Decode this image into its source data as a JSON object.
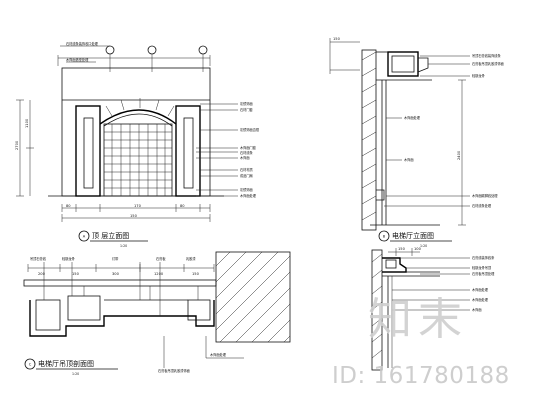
{
  "views": [
    {
      "id": "A",
      "title": "顶 层立面图",
      "scale": "1:20",
      "callouts": [
        "石材线条装饰收口处理",
        "木饰面造型处理",
        "灰镜饰面",
        "石材门套",
        "灰镜饰面边框",
        "木饰面门套",
        "石材线条",
        "木饰面",
        "石材材质",
        "成品门扇",
        "灰镜饰面",
        "木饰面处理"
      ],
      "dimensions": [
        "80",
        "170",
        "80",
        "150",
        "2700",
        "1100"
      ]
    },
    {
      "id": "B",
      "title": "电梯厅立面图",
      "scale": "1:20",
      "callouts": [
        "吊顶石膏线装饰线条",
        "石膏板吊顶乳胶漆饰面",
        "轻钢龙骨",
        "木饰面处理",
        "木饰面",
        "木饰面踢脚线处理",
        "石材线条处理"
      ],
      "dimensions": [
        "150",
        "2400"
      ]
    },
    {
      "id": "C",
      "title": "电梯厅吊顶剖面图",
      "scale": "1:20",
      "callouts": [
        "吊顶石膏线",
        "轻钢龙骨",
        "灯带",
        "石膏板",
        "乳胶漆",
        "石膏板吊顶乳胶漆饰面",
        "木饰面处理"
      ],
      "dimensions": [
        "200",
        "150",
        "300",
        "1200",
        "150"
      ]
    },
    {
      "id": "D",
      "title": "电梯厅吊顶剖面图",
      "scale": "1:20",
      "callouts": [
        "石膏线装饰线条",
        "轻钢龙骨吊顶",
        "石膏板吊顶处理",
        "木饰面处理",
        "木饰面处理",
        "木饰面"
      ],
      "dimensions": [
        "150",
        "100"
      ]
    }
  ],
  "watermark": {
    "logo": "知末",
    "id_text": "ID: 161780188"
  }
}
